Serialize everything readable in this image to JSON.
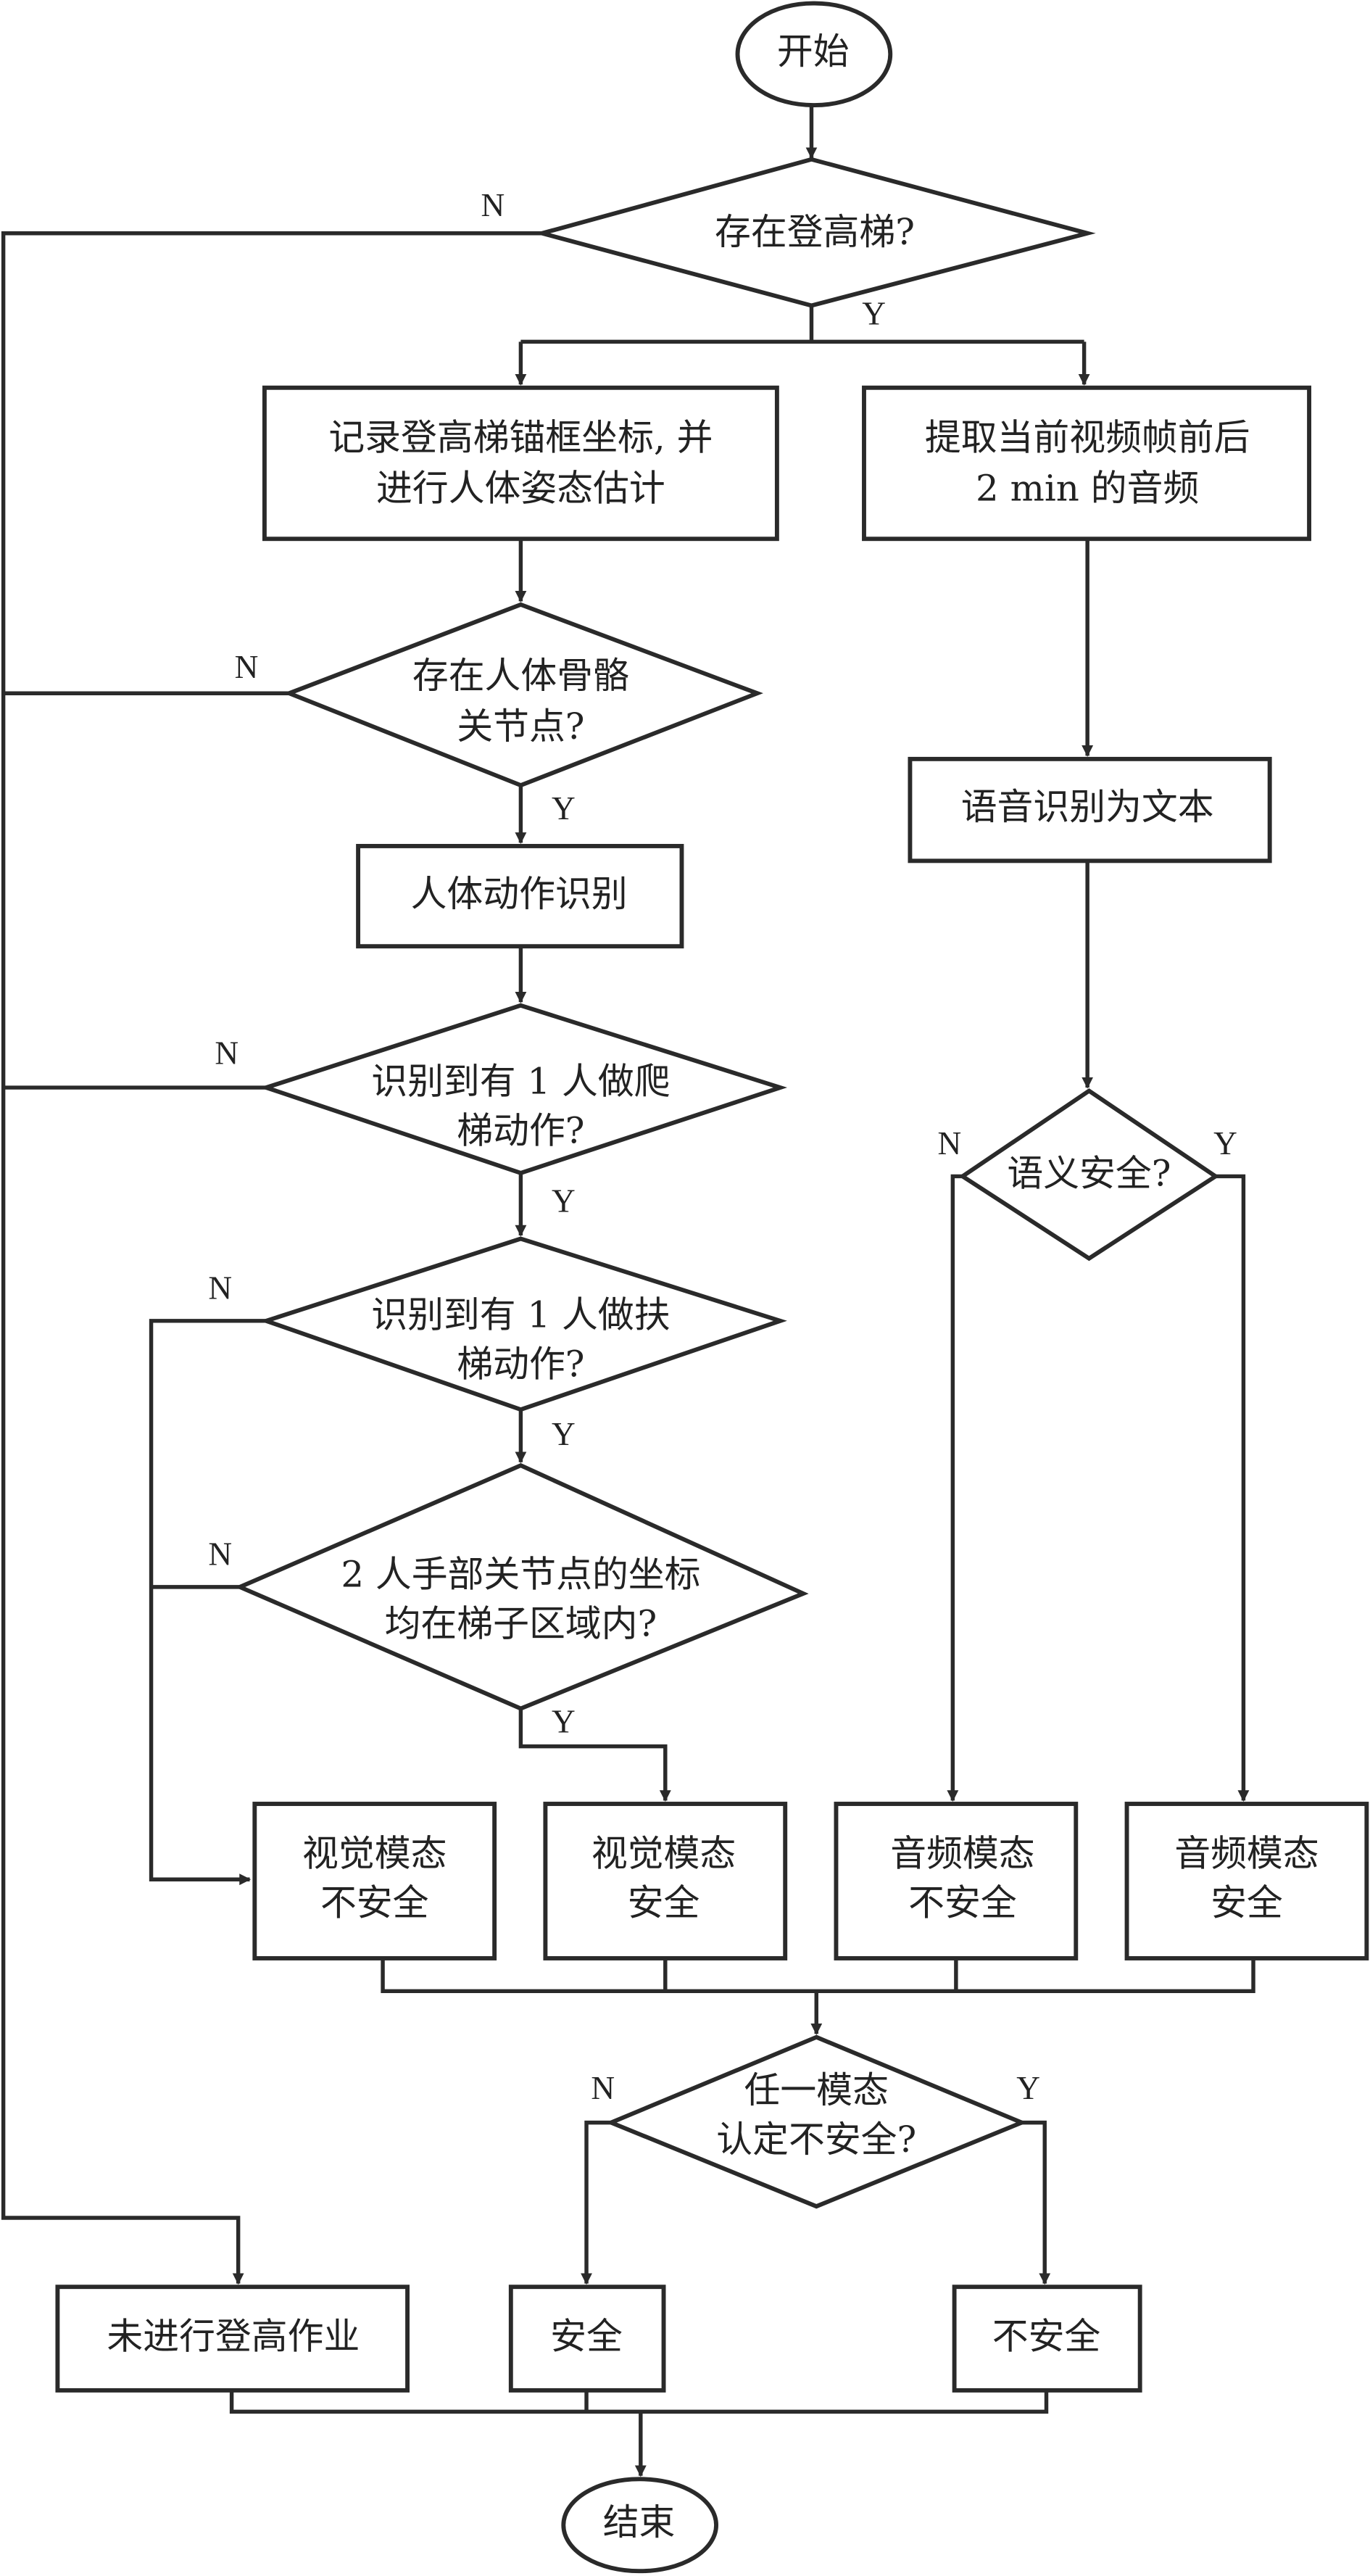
{
  "diagram": {
    "type": "flowchart",
    "nodes": {
      "start": "开始",
      "d_ladder": "存在登高梯?",
      "p_record": [
        "记录登高梯锚框坐标, 并",
        "进行人体姿态估计"
      ],
      "p_audio": [
        "提取当前视频帧前后",
        "2 min 的音频"
      ],
      "d_skeleton": [
        "存在人体骨骼",
        "关节点?"
      ],
      "p_action": "人体动作识别",
      "p_asr": "语音识别为文本",
      "d_climb": [
        "识别到有 1 人做爬",
        "梯动作?"
      ],
      "d_semantic": "语义安全?",
      "d_hold": [
        "识别到有 1 人做扶",
        "梯动作?"
      ],
      "d_hands": [
        "2 人手部关节点的坐标",
        "均在梯子区域内?"
      ],
      "r_vis_unsafe": [
        "视觉模态",
        "不安全"
      ],
      "r_vis_safe": [
        "视觉模态",
        "安全"
      ],
      "r_aud_unsafe": [
        "音频模态",
        "不安全"
      ],
      "r_aud_safe": [
        "音频模态",
        "安全"
      ],
      "d_any": [
        "任一模态",
        "认定不安全?"
      ],
      "o_none": "未进行登高作业",
      "o_safe": "安全",
      "o_unsafe": "不安全",
      "end": "结束"
    },
    "labels": {
      "yes": "Y",
      "no": "N"
    }
  }
}
